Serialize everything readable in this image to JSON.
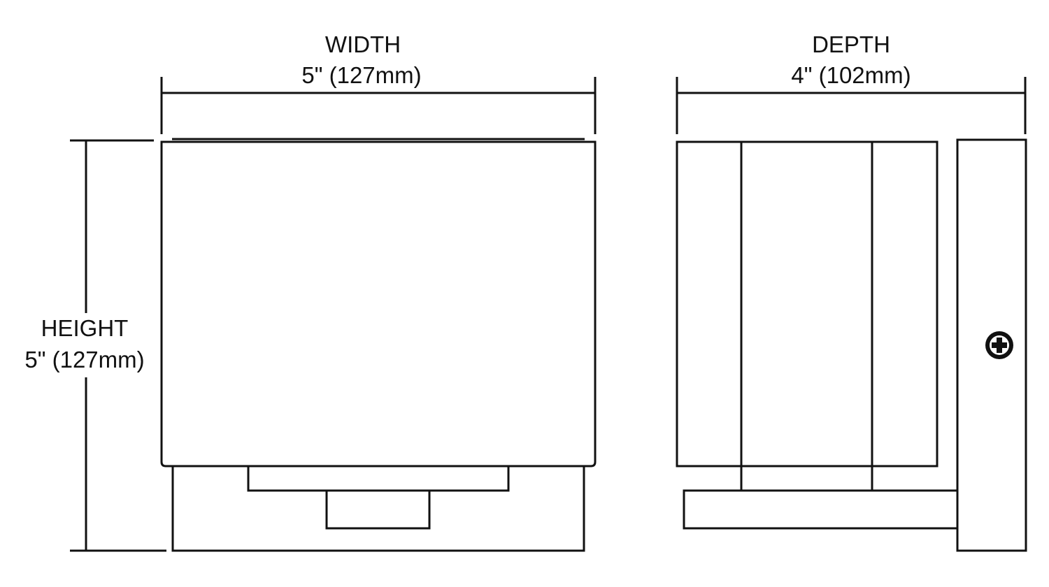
{
  "dimensions": {
    "width": {
      "label": "WIDTH",
      "value": "5\" (127mm)"
    },
    "depth": {
      "label": "DEPTH",
      "value": "4\" (102mm)"
    },
    "height": {
      "label": "HEIGHT",
      "value": "5\" (127mm)"
    }
  },
  "colors": {
    "line": "#111111",
    "background": "#ffffff"
  },
  "icons": {
    "screw": "phillips-screw-icon"
  }
}
